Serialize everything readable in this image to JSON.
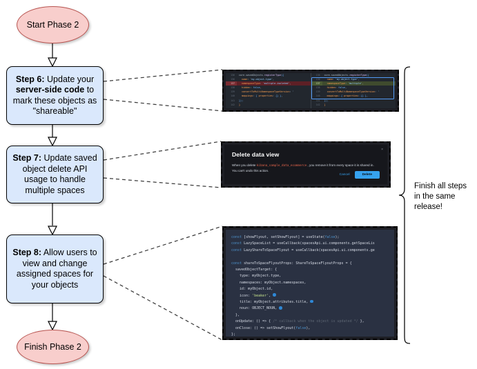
{
  "flow": {
    "start": {
      "label": "Start Phase 2"
    },
    "finish": {
      "label": "Finish Phase 2"
    },
    "steps": [
      {
        "id": "step-6",
        "bold": "Step 6:",
        "rest": " Update your ",
        "bold2": "server-side code",
        "rest2": " to mark these objects as \"shareable\""
      },
      {
        "id": "step-7",
        "bold": "Step 7:",
        "rest": " Update saved object delete API usage to handle multiple spaces"
      },
      {
        "id": "step-8",
        "bold": "Step 8:",
        "rest": " Allow users to view and change assigned spaces for your objects"
      }
    ]
  },
  "note": {
    "line1": "Finish all steps",
    "line2": "in the same",
    "line3": "release!"
  },
  "diff": {
    "left": [
      {
        "num": "136",
        "text": "core.savedObjects.registerType({",
        "state": "ctx"
      },
      {
        "num": "136",
        "text": "  name: 'my-object-type',",
        "state": "ctx"
      },
      {
        "num": "137",
        "text": "  namespaceType: 'multiple-isolated',",
        "state": "del"
      },
      {
        "num": "138",
        "text": "  hidden: false,",
        "state": "ctx"
      },
      {
        "num": "139",
        "text": "  convertToMultiNamespaceTypeVersion: '",
        "state": "ctx"
      },
      {
        "num": "140",
        "text": "  mappings: { properties: {} },",
        "state": "ctx"
      },
      {
        "num": "141",
        "text": "});",
        "state": "ctx"
      },
      {
        "num": "142",
        "text": "}",
        "state": "ctx"
      }
    ],
    "right": [
      {
        "num": "136",
        "text": "core.savedObjects.registerType({",
        "state": "ctx"
      },
      {
        "num": "136",
        "text": "  name: 'my-object-type',",
        "state": "ctx"
      },
      {
        "num": "137",
        "text": "  namespaceType: 'multiple',",
        "state": "add"
      },
      {
        "num": "138",
        "text": "  hidden: false,",
        "state": "ctx"
      },
      {
        "num": "139",
        "text": "  convertToMultiNamespaceTypeVersion: '",
        "state": "ctx"
      },
      {
        "num": "140",
        "text": "  mappings: { properties: {} },",
        "state": "ctx"
      },
      {
        "num": "141",
        "text": "});",
        "state": "ctx"
      },
      {
        "num": "142",
        "text": "}",
        "state": "ctx"
      }
    ]
  },
  "modal": {
    "title": "Delete data view",
    "body_before": "When you delete ",
    "body_code": "kibana_sample_data_ecommerce",
    "body_after": " , you remove it from every space it is shared in. You can't undo this action.",
    "cancel_label": "Cancel",
    "delete_label": "Delete",
    "close_label": "×"
  },
  "react_code": {
    "lines": [
      "const [showFlyout, setShowFlyout] = useState(false);",
      "const LazySpaceList = useCallback(spacesApi.ui.components.getSpaceLis",
      "const LazyShareToSpaceFlyout = useCallback(spacesApi.ui.components.ge",
      "",
      "const shareToSpaceFlyoutProps: ShareToSpaceFlyoutProps = {",
      "  savedObjectTarget: {",
      "    type: myObject.type,",
      "    namespaces: myObject.namespaces,",
      "    id: myObject.id,",
      "    icon: 'beaker',",
      "    title: myObject.attributes.title,",
      "    noun: OBJECT_NOUN,",
      "  },",
      "  onUpdate: () => { /* callback when the object is updated */ },",
      "  onClose: () => setShowFlyout(false),",
      "};"
    ]
  },
  "colors": {
    "node_fill": "#dae8fc",
    "terminator_fill": "#f8cecc",
    "terminator_stroke": "#b85450",
    "accent_blue": "#36a2ef",
    "code_bg_dark": "#22272e",
    "code_bg_slate": "#2a3142"
  }
}
